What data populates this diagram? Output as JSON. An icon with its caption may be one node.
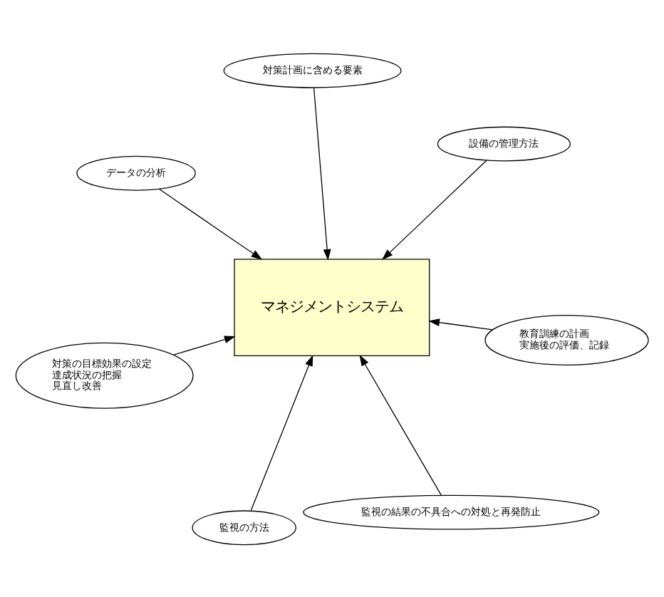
{
  "diagram": {
    "nodes": [
      {
        "text": [
          "対策の目標効果の設定",
          "達成状況の把握",
          "見直し改善"
        ]
      },
      {
        "text": [
          "教育訓練の計画",
          "実施後の評価、記録"
        ]
      },
      {
        "text": [
          "マネジメントシステム"
        ]
      },
      {
        "text": [
          "対策計画に含める要素"
        ]
      },
      {
        "text": [
          "設備の管理方法"
        ]
      },
      {
        "text": [
          "データの分析"
        ]
      },
      {
        "text": [
          "監視の方法"
        ]
      },
      {
        "text": [
          "監視の結果の不具合への対処と再発防止"
        ]
      }
    ],
    "edges": [
      {
        "from": 0,
        "to": 2,
        "arrow": "to"
      },
      {
        "from": 1,
        "to": 2,
        "arrow": "to"
      },
      {
        "from": 3,
        "to": 2,
        "arrow": "to"
      },
      {
        "from": 4,
        "to": 2,
        "arrow": "to"
      },
      {
        "from": 5,
        "to": 2,
        "arrow": "to"
      },
      {
        "from": 6,
        "to": 2,
        "arrow": "to"
      },
      {
        "from": 7,
        "to": 2,
        "arrow": "to"
      }
    ]
  }
}
